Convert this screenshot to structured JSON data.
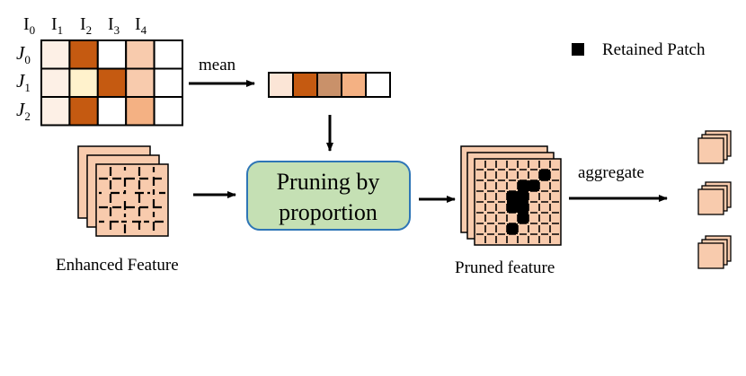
{
  "matrix": {
    "col_headers": [
      {
        "base": "I",
        "sub": "0"
      },
      {
        "base": "I",
        "sub": "1"
      },
      {
        "base": "I",
        "sub": "2"
      },
      {
        "base": "I",
        "sub": "3"
      },
      {
        "base": "I",
        "sub": "4"
      }
    ],
    "row_headers": [
      {
        "base": "J",
        "sub": "0"
      },
      {
        "base": "J",
        "sub": "1"
      },
      {
        "base": "J",
        "sub": "2"
      }
    ],
    "cell_colors": [
      [
        "#fdf0e6",
        "#c55a11",
        "#ffffff",
        "#f8cbad",
        "#ffffff"
      ],
      [
        "#fdf0e6",
        "#fff2cc",
        "#c55a11",
        "#f8cbad",
        "#ffffff"
      ],
      [
        "#fdf0e6",
        "#c55a11",
        "#ffffff",
        "#f4b183",
        "#ffffff"
      ]
    ]
  },
  "mean_label": "mean",
  "mean_vector_colors": [
    "#fbe5d6",
    "#c55a11",
    "#c9916a",
    "#f4b183",
    "#ffffff"
  ],
  "legend": {
    "label": "Retained Patch"
  },
  "enhanced_feature_label": "Enhanced Feature",
  "pruning_box": {
    "line1": "Pruning by",
    "line2": "proportion"
  },
  "pruned_feature_label": "Pruned feature",
  "aggregate_label": "aggregate",
  "retained_cells": [
    [
      1,
      6
    ],
    [
      2,
      4
    ],
    [
      2,
      5
    ],
    [
      3,
      3
    ],
    [
      3,
      4
    ],
    [
      4,
      3
    ],
    [
      4,
      4
    ],
    [
      5,
      4
    ],
    [
      6,
      3
    ]
  ],
  "colors": {
    "feature_fill": "#f8cbad",
    "pruning_fill": "#c5e0b4",
    "pruning_border": "#2e75b6",
    "retained": "#000000"
  }
}
